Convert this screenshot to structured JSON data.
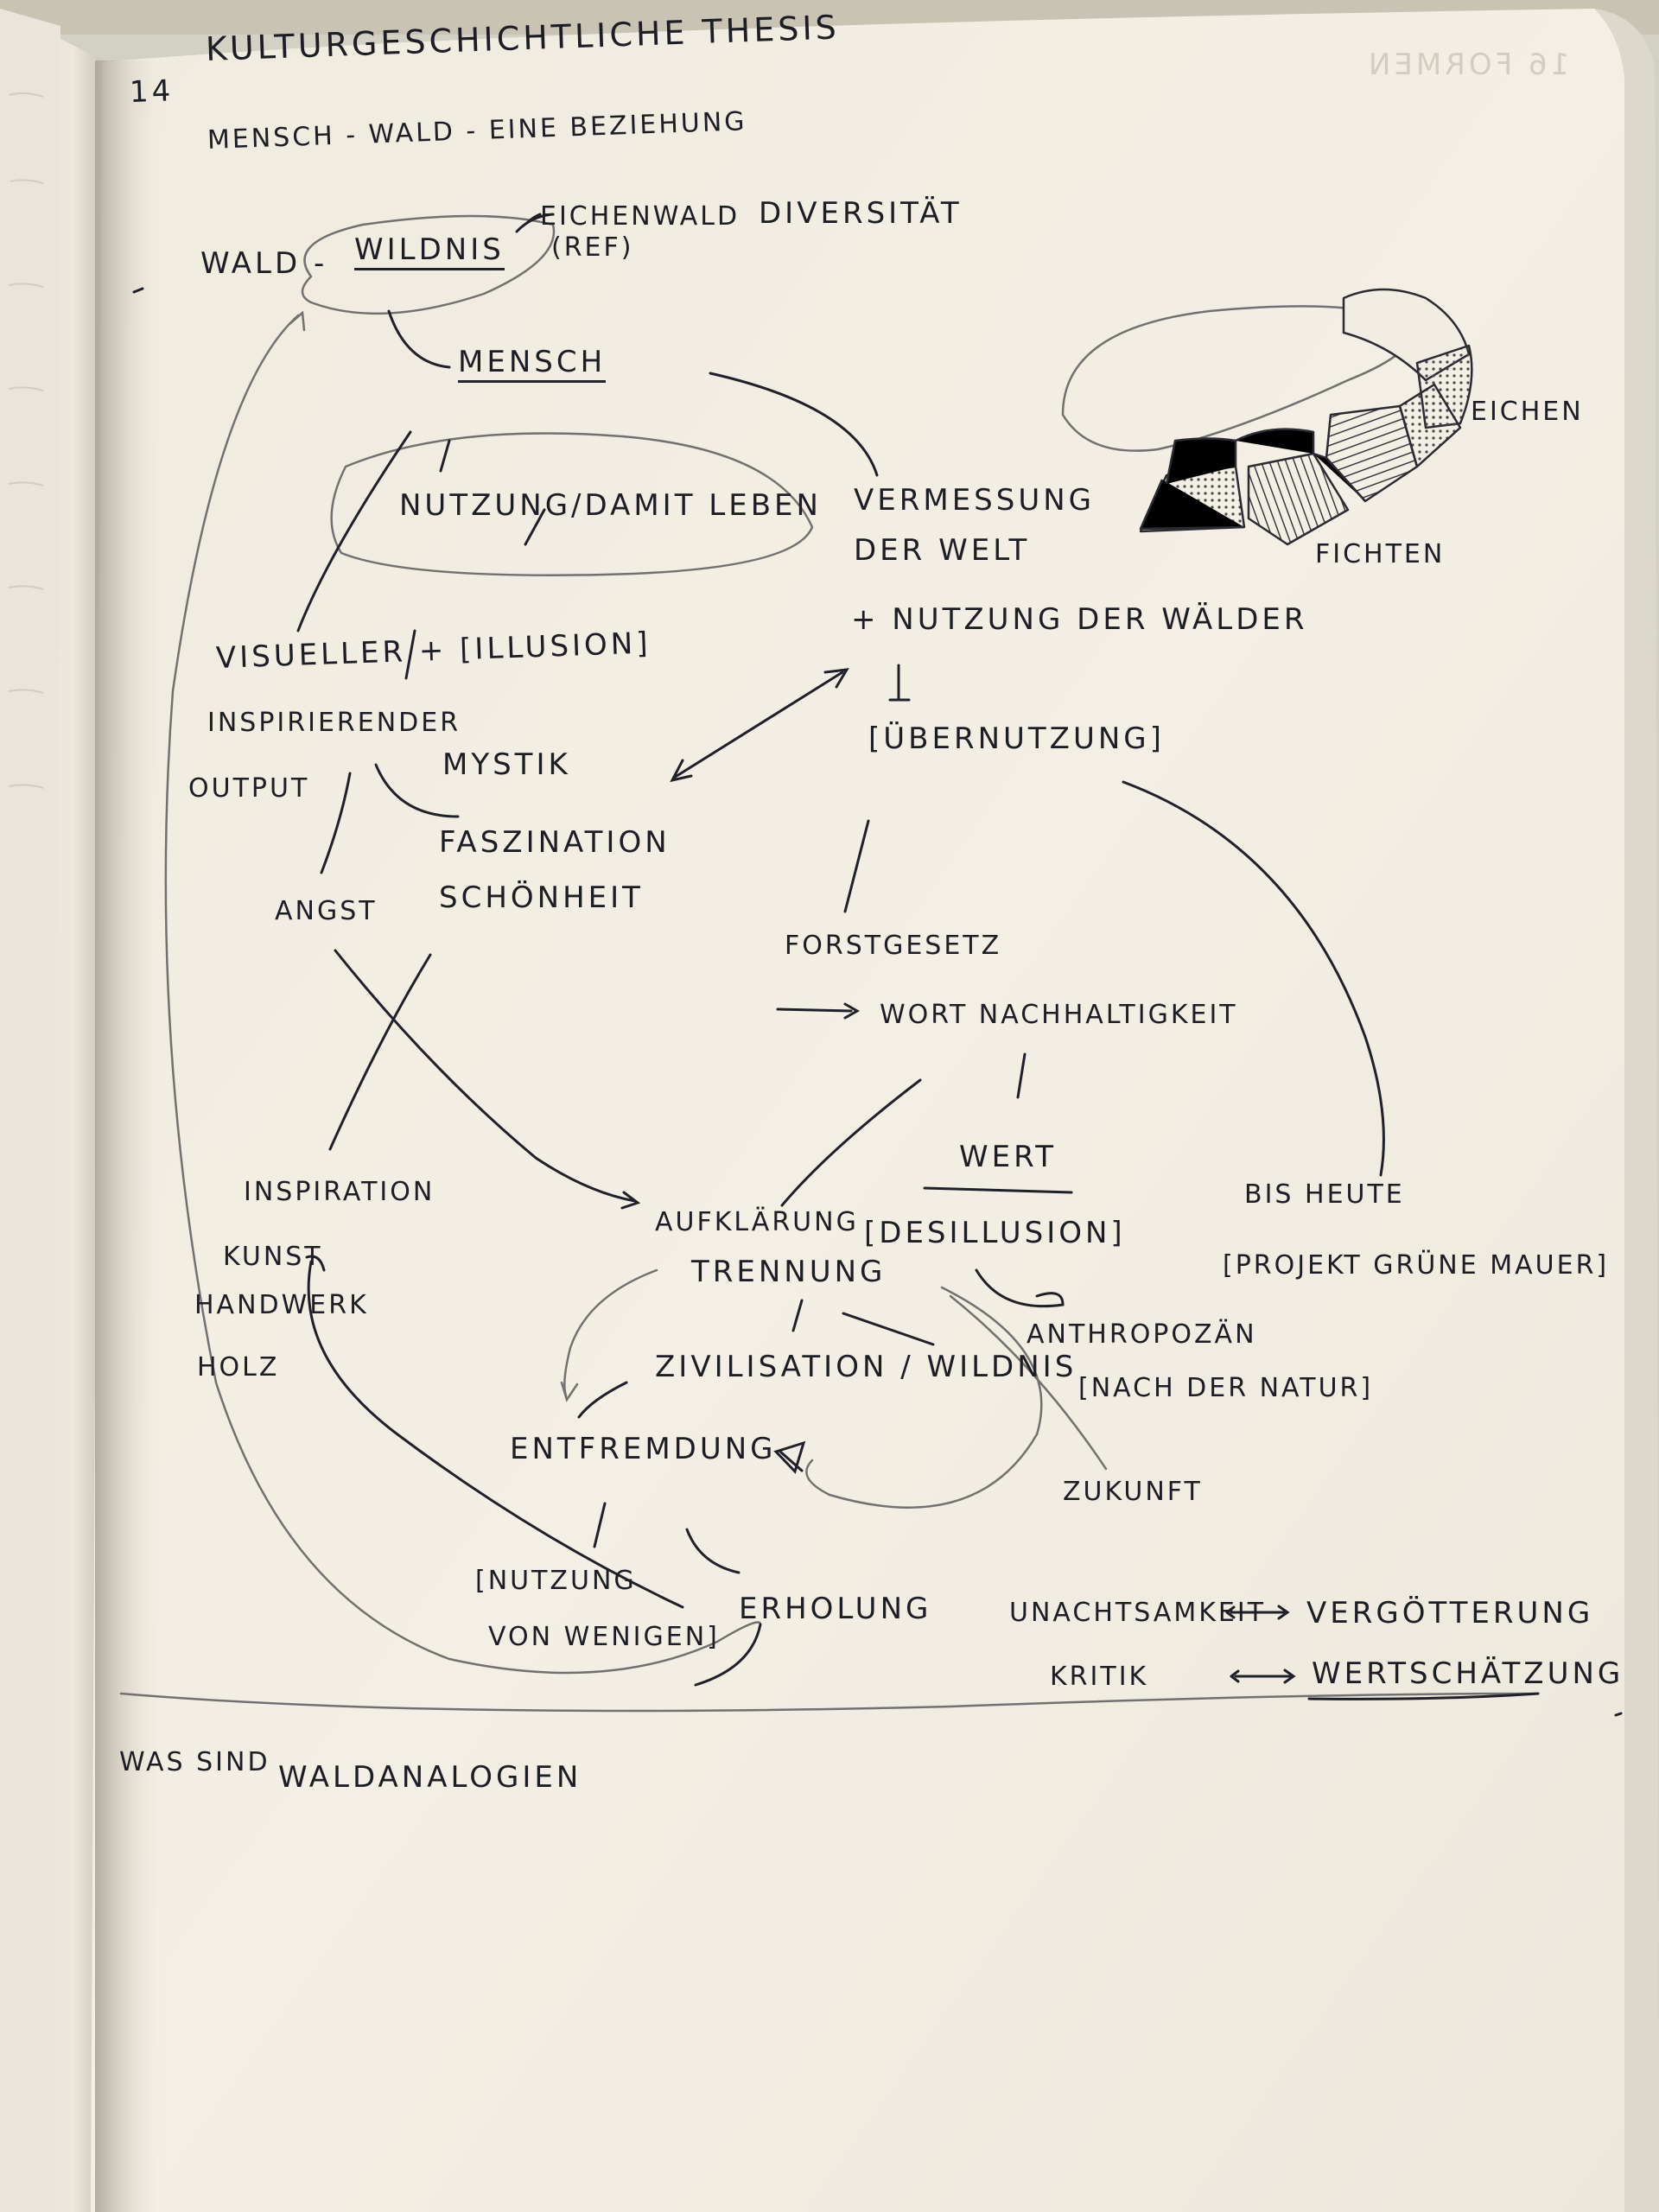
{
  "page": {
    "page_number": "14",
    "title": "KULTURGESCHICHTLICHE THESIS",
    "subtitle": "MENSCH - WALD - EINE BEZIEHUNG",
    "mirrored_next_page": "16 FORMEN"
  },
  "notes": {
    "wald": "WALD -",
    "wildnis": "WILDNIS",
    "eichenwald": "EICHENWALD",
    "ref": "(REF)",
    "diversitaet": "DIVERSITÄT",
    "mensch": "MENSCH",
    "nutzung_damit_leben": "NUTZUNG/DAMIT LEBEN",
    "vermessung": "VERMESSUNG",
    "der_welt": "DER WELT",
    "nutzung_der_waelder": "+ NUTZUNG DER WÄLDER",
    "uebernutzung": "[ÜBERNUTZUNG]",
    "visueller": "VISUELLER + [ILLUSION]",
    "inspirierender": "INSPIRIERENDER",
    "output": "OUTPUT",
    "mystik": "MYSTIK",
    "faszination": "FASZINATION",
    "schoenheit": "SCHÖNHEIT",
    "angst": "ANGST",
    "forstgesetz": "FORSTGESETZ",
    "wort_nachhaltigkeit": "WORT NACHHALTIGKEIT",
    "wert": "WERT",
    "bis_heute": "BIS HEUTE",
    "projekt_gruene_mauer": "[PROJEKT GRÜNE MAUER]",
    "inspiration": "INSPIRATION",
    "kunst": "KUNST",
    "handwerk": "HANDWERK",
    "holz": "HOLZ",
    "aufklaerung": "AUFKLÄRUNG",
    "desillusion": "[DESILLUSION]",
    "trennung": "TRENNUNG",
    "anthropozaen": "ANTHROPOZÄN",
    "nach_der_natur": "[NACH DER NATUR]",
    "zivilisation_wildnis": "ZIVILISATION / WILDNIS",
    "entfremdung": "ENTFREMDUNG",
    "zukunft": "ZUKUNFT",
    "nutzung_von": "[NUTZUNG",
    "von_wenigen": "VON WENIGEN]",
    "erholung": "ERHOLUNG",
    "unachtsamkeit": "UNACHTSAMKEIT",
    "vergoetterung": "VERGÖTTERUNG",
    "kritik": "KRITIK",
    "wertschaetzung": "WERTSCHÄTZUNG",
    "was_sind": "WAS SIND",
    "waldanalogien": "WALDANALOGIEN"
  },
  "sketch": {
    "label_eichen": "EICHEN",
    "label_fichten": "FICHTEN"
  },
  "colors": {
    "ink": "#1d1d24",
    "pencil": "#6f6e6b",
    "paper": "#f1ede2",
    "background": "#d9d6cb"
  }
}
